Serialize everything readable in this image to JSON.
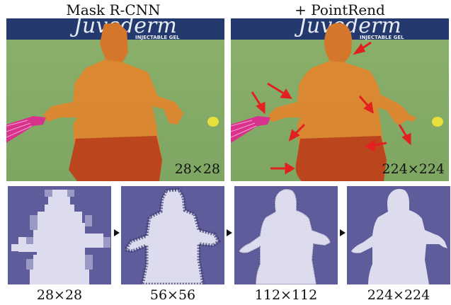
{
  "figure": {
    "top_titles": [
      "Mask R-CNN",
      "+ PointRend"
    ],
    "top_panels": [
      {
        "method": "Mask R-CNN",
        "resolution": "28×28",
        "background_brand": "Juvederm",
        "background_text": "INJECTABLE GEL"
      },
      {
        "method": "+ PointRend",
        "resolution": "224×224",
        "background_brand": "Juvederm",
        "background_text": "INJECTABLE GEL"
      }
    ],
    "bottom_captions": [
      "28×28",
      "56×56",
      "112×112",
      "224×224"
    ],
    "colors": {
      "court_green": "#8bb16c",
      "court_dark": "#6f9a55",
      "banner_blue": "#243a6e",
      "mask_orange": "#e2842d",
      "shorts_red": "#b8401c",
      "racket_pink": "#d8328c",
      "mask_bg_purple": "#5e5c9a",
      "mask_fg_lavender": "#dcdcee",
      "arrow_red": "#e32020"
    },
    "pointrend_arrow_count": 8
  }
}
